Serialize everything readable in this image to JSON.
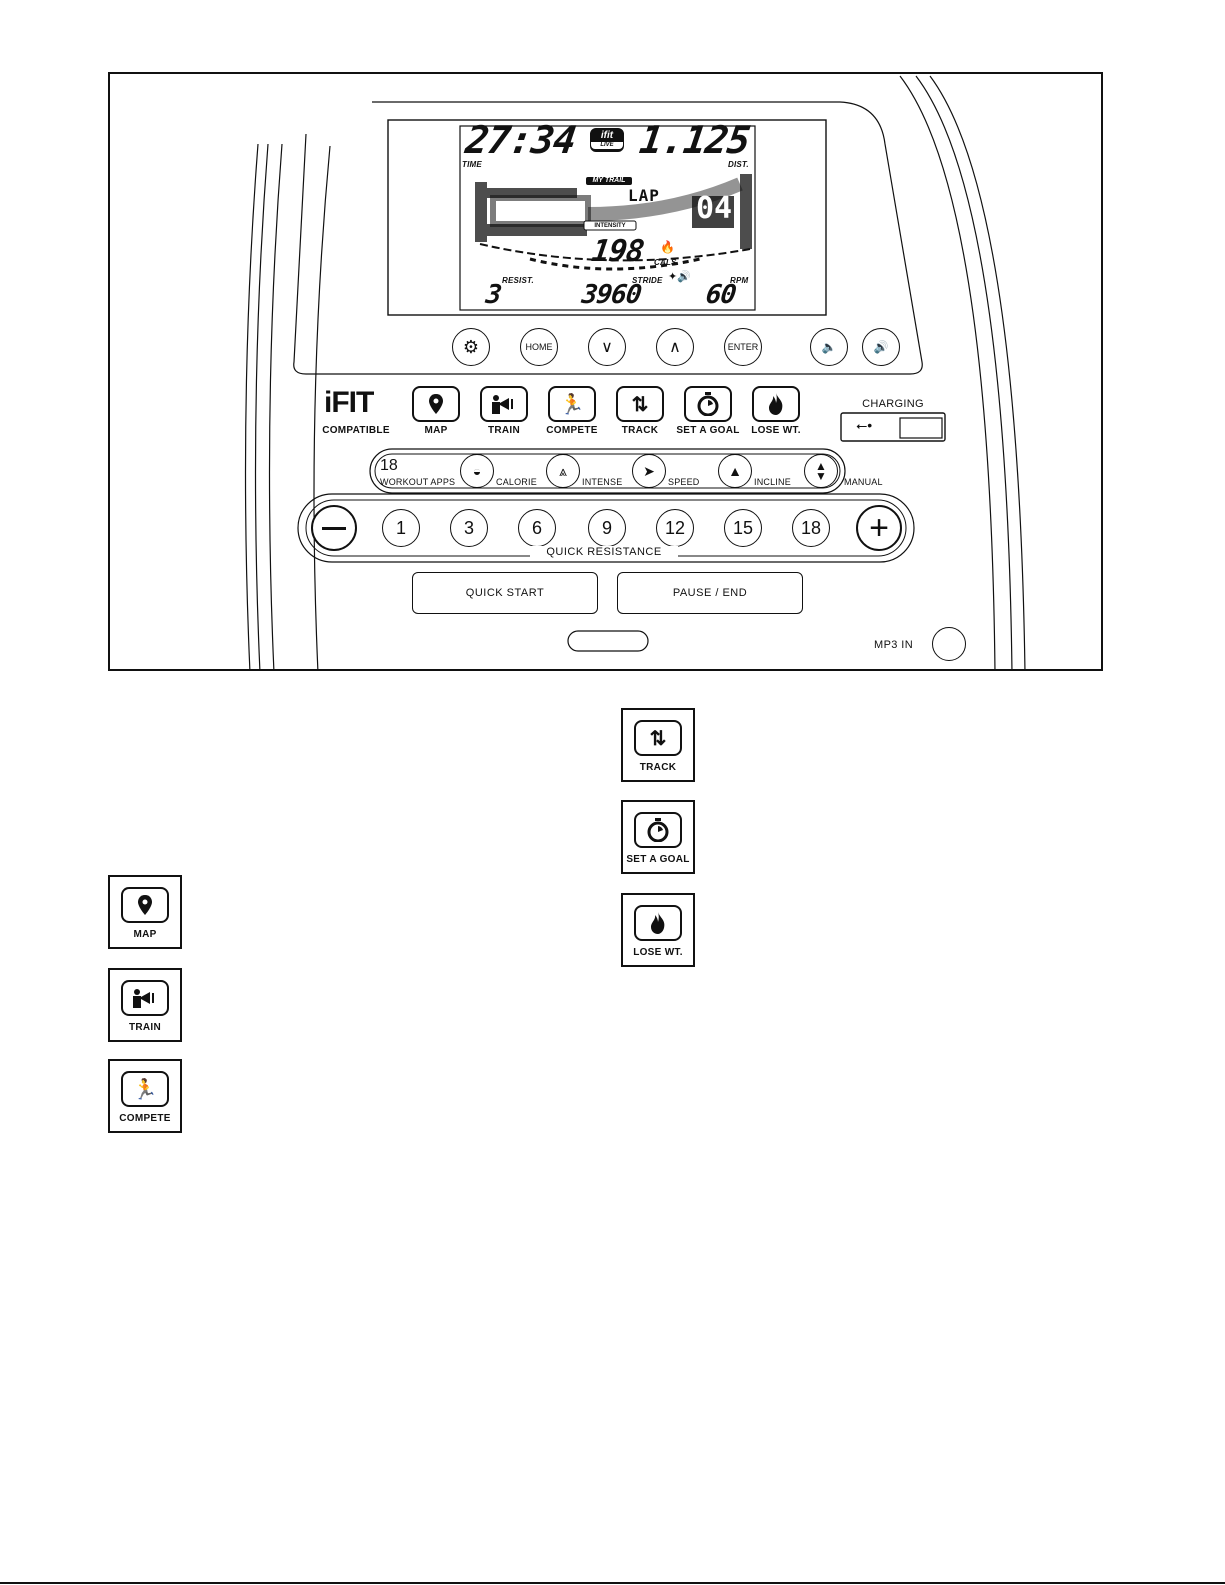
{
  "lcd": {
    "time": "27:34",
    "distance": "1.125",
    "time_label": "TIME",
    "dist_label": "DIST.",
    "my_trail_label": "MY TRAIL",
    "lap_label": "LAP",
    "lap_value": "04",
    "intensity_label": "INTENSITY",
    "calories": "198",
    "cals_label": "CALS.",
    "resist_label": "RESIST.",
    "resist_value": "3",
    "stride_label": "STRIDE",
    "stride_value": "3960",
    "rpm_label": "RPM",
    "rpm_value": "60",
    "ifit_badge": "ifit",
    "live_label": "LIVE"
  },
  "nav_buttons": {
    "home": "HOME",
    "enter": "ENTER"
  },
  "ifit": {
    "logo": "iFIT",
    "compatible": "COMPATIBLE",
    "buttons": [
      {
        "label": "MAP",
        "icon": "map-pin-icon"
      },
      {
        "label": "TRAIN",
        "icon": "trainer-megaphone-icon"
      },
      {
        "label": "COMPETE",
        "icon": "runner-icon"
      },
      {
        "label": "TRACK",
        "icon": "track-arrows-icon"
      },
      {
        "label": "SET A GOAL",
        "icon": "stopwatch-icon"
      },
      {
        "label": "LOSE WT.",
        "icon": "flame-icon"
      }
    ]
  },
  "charging": {
    "label": "CHARGING",
    "icon": "usb-icon"
  },
  "workouts": {
    "count": "18",
    "apps_label": "WORKOUT APPS",
    "items": [
      {
        "label": "CALORIE",
        "icon": "calorie-icon"
      },
      {
        "label": "INTENSE",
        "icon": "intense-peaks-icon"
      },
      {
        "label": "SPEED",
        "icon": "speed-wing-icon"
      },
      {
        "label": "INCLINE",
        "icon": "incline-mountain-icon"
      },
      {
        "label": "MANUAL",
        "icon": "manual-updown-icon"
      }
    ]
  },
  "quick_resistance": {
    "label": "QUICK RESISTANCE",
    "levels": [
      "1",
      "3",
      "6",
      "9",
      "12",
      "15",
      "18"
    ]
  },
  "controls": {
    "quick_start": "QUICK START",
    "pause_end": "PAUSE / END",
    "mp3_in": "MP3 IN"
  },
  "reference_buttons": {
    "left": [
      {
        "label": "MAP",
        "icon": "map-pin-icon"
      },
      {
        "label": "TRAIN",
        "icon": "trainer-megaphone-icon"
      },
      {
        "label": "COMPETE",
        "icon": "runner-icon"
      }
    ],
    "right": [
      {
        "label": "TRACK",
        "icon": "track-arrows-icon"
      },
      {
        "label": "SET A GOAL",
        "icon": "stopwatch-icon"
      },
      {
        "label": "LOSE WT.",
        "icon": "flame-icon"
      }
    ]
  }
}
